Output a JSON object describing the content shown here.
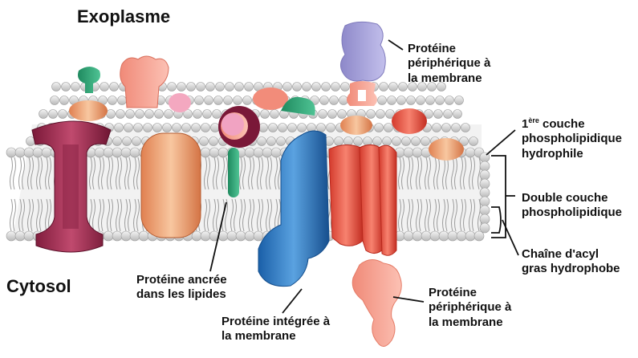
{
  "regions": {
    "exoplasm": "Exoplasme",
    "cytosol": "Cytosol"
  },
  "labels": {
    "peripheral_top": [
      "Protéine",
      "périphérique à",
      "la membrane"
    ],
    "layer_top": {
      "prefix": "1",
      "sup": "ère",
      "rest": " couche",
      "line2": "phospholipidique",
      "line3": "hydrophile"
    },
    "double_layer": [
      "Double couche",
      "phospholipidique"
    ],
    "acyl_chain": [
      "Chaîne d'acyl",
      "gras hydrophobe"
    ],
    "anchored": [
      "Protéine ancrée",
      "dans les lipides"
    ],
    "integral": [
      "Protéine intégrée à",
      "la membrane"
    ],
    "peripheral_bottom": [
      "Protéine",
      "périphérique à",
      "la membrane"
    ]
  },
  "colors": {
    "lipid_head": "#d9d9d9",
    "lipid_head_edge": "#9a9a9a",
    "tail": "#9c9c9c",
    "channel": "#a33a5c",
    "orange_protein": "#f0a070",
    "blue_protein": "#2f7fc7",
    "red_protein": "#e8503f",
    "lavender_protein": "#9b96d1",
    "green_protein": "#2fa07a",
    "pink_head": "#e88fb0"
  }
}
